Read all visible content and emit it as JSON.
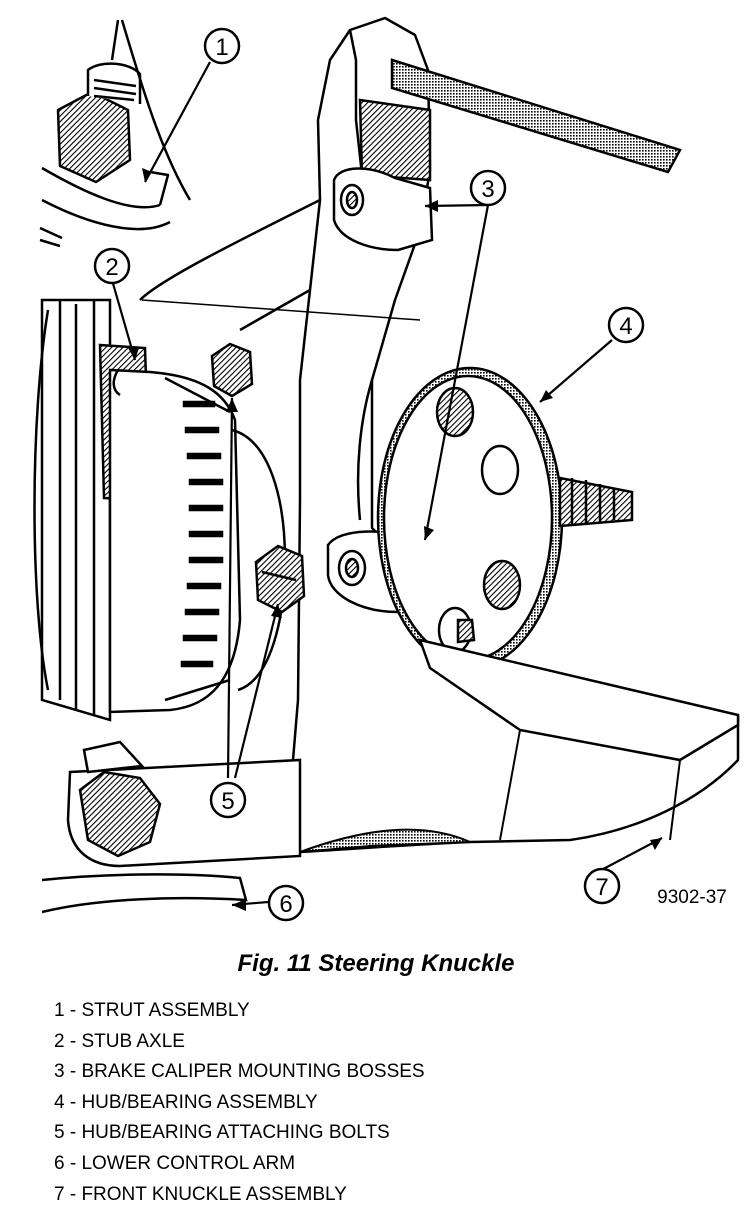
{
  "figure": {
    "callouts": [
      "1",
      "2",
      "3",
      "4",
      "5",
      "6",
      "7"
    ],
    "figure_id": "9302-37"
  },
  "caption": "Fig. 11 Steering Knuckle",
  "legend": [
    "1 - STRUT ASSEMBLY",
    "2 - STUB AXLE",
    "3 - BRAKE CALIPER MOUNTING BOSSES",
    "4 - HUB/BEARING ASSEMBLY",
    "5 - HUB/BEARING ATTACHING BOLTS",
    "6 - LOWER CONTROL ARM",
    "7 - FRONT KNUCKLE ASSEMBLY"
  ]
}
